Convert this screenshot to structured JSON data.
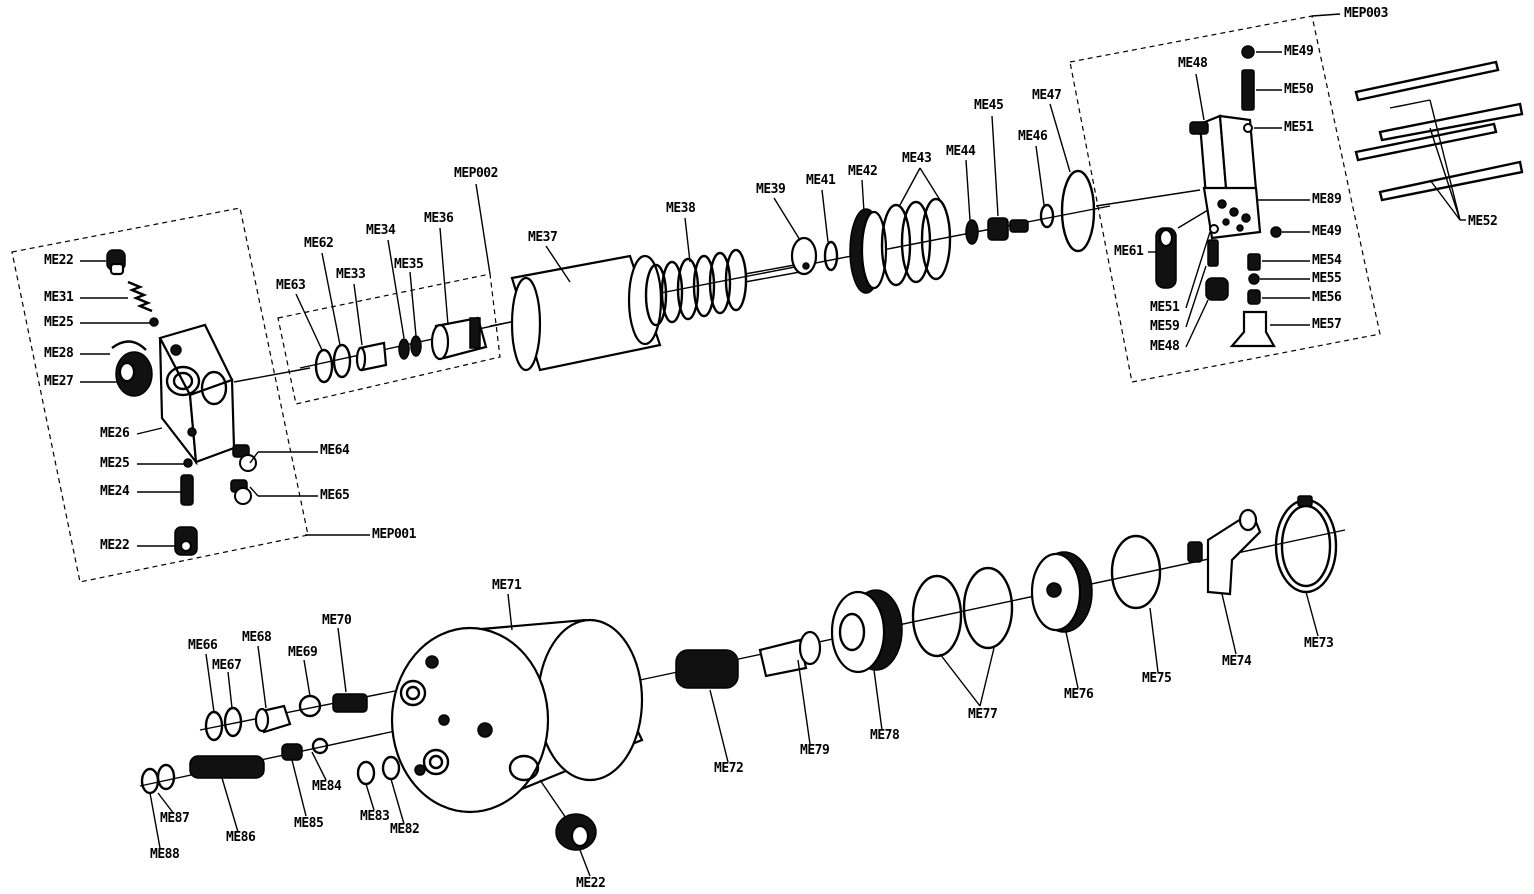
{
  "labels": {
    "ME22a": "ME22",
    "ME31": "ME31",
    "ME25a": "ME25",
    "ME28": "ME28",
    "ME27": "ME27",
    "ME26": "ME26",
    "ME25b": "ME25",
    "ME24": "ME24",
    "ME22b": "ME22",
    "ME64": "ME64",
    "ME65": "ME65",
    "MEP001": "MEP001",
    "ME63": "ME63",
    "ME62": "ME62",
    "ME33": "ME33",
    "ME34": "ME34",
    "ME35": "ME35",
    "ME36": "ME36",
    "MEP002": "MEP002",
    "ME37": "ME37",
    "ME38": "ME38",
    "ME39": "ME39",
    "ME41": "ME41",
    "ME42": "ME42",
    "ME43": "ME43",
    "ME44": "ME44",
    "ME45": "ME45",
    "ME46": "ME46",
    "ME47": "ME47",
    "MEP003": "MEP003",
    "ME48a": "ME48",
    "ME49a": "ME49",
    "ME50": "ME50",
    "ME51a": "ME51",
    "ME89": "ME89",
    "ME49b": "ME49",
    "ME61": "ME61",
    "ME54": "ME54",
    "ME55": "ME55",
    "ME56": "ME56",
    "ME57": "ME57",
    "ME51b": "ME51",
    "ME59": "ME59",
    "ME48b": "ME48",
    "ME52": "ME52",
    "ME66": "ME66",
    "ME67": "ME67",
    "ME68": "ME68",
    "ME69": "ME69",
    "ME70": "ME70",
    "ME71": "ME71",
    "ME72": "ME72",
    "ME79": "ME79",
    "ME78": "ME78",
    "ME77": "ME77",
    "ME76": "ME76",
    "ME75": "ME75",
    "ME74": "ME74",
    "ME73": "ME73",
    "ME84": "ME84",
    "ME85": "ME85",
    "ME86": "ME86",
    "ME87": "ME87",
    "ME88": "ME88",
    "ME83": "ME83",
    "ME82": "ME82",
    "ME22c": "ME22"
  }
}
